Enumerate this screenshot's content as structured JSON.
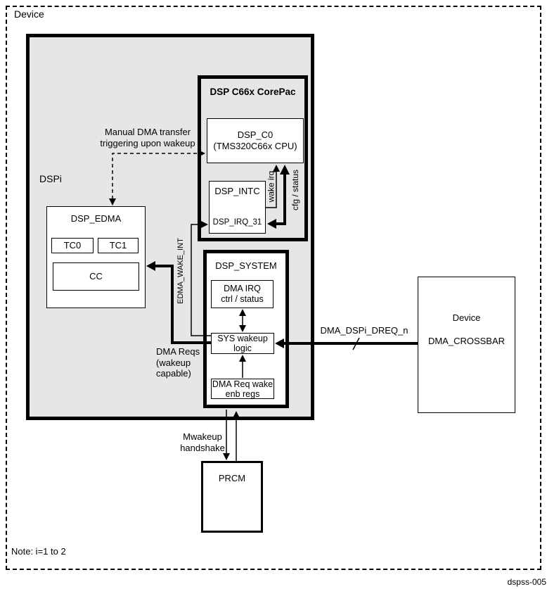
{
  "device_label": "Device",
  "note": "Note: i=1 to 2",
  "figure_id": "dspss-005",
  "dspi": {
    "label": "DSPi",
    "corepac": {
      "title": "DSP C66x CorePac",
      "dsp_c0": {
        "line1": "DSP_C0",
        "line2": "(TMS320C66x CPU)"
      },
      "dsp_intc": {
        "title": "DSP_INTC",
        "irq": "DSP_IRQ_31"
      }
    },
    "edma": {
      "title": "DSP_EDMA",
      "tc0": "TC0",
      "tc1": "TC1",
      "cc": "CC"
    },
    "dsp_system": {
      "title": "DSP_SYSTEM",
      "dma_irq": {
        "line1": "DMA IRQ",
        "line2": "ctrl / status"
      },
      "sys_wakeup": {
        "line1": "SYS wakeup",
        "line2": "logic"
      },
      "dma_req_wake": {
        "line1": "DMA Req wake",
        "line2": "enb regs"
      }
    }
  },
  "crossbar": {
    "line1": "Device",
    "line2": "DMA_CROSSBAR"
  },
  "prcm": {
    "label": "PRCM"
  },
  "signals": {
    "manual_dma_line1": "Manual DMA transfer",
    "manual_dma_line2": "triggering  upon wakeup",
    "wake_irq": "wake irq",
    "cfg_status": "cfg / status",
    "edma_wake_int": "EDMA_WAKE_INT",
    "dma_reqs_line1": "DMA Reqs",
    "dma_reqs_line2": "(wakeup",
    "dma_reqs_line3": "capable)",
    "dreq": "DMA_DSPi_DREQ_n",
    "mwakeup_line1": "Mwakeup",
    "mwakeup_line2": "handshake"
  },
  "colors": {
    "fill_gray": "#e6e6e6",
    "line": "#000000",
    "box_fill": "#ffffff"
  }
}
